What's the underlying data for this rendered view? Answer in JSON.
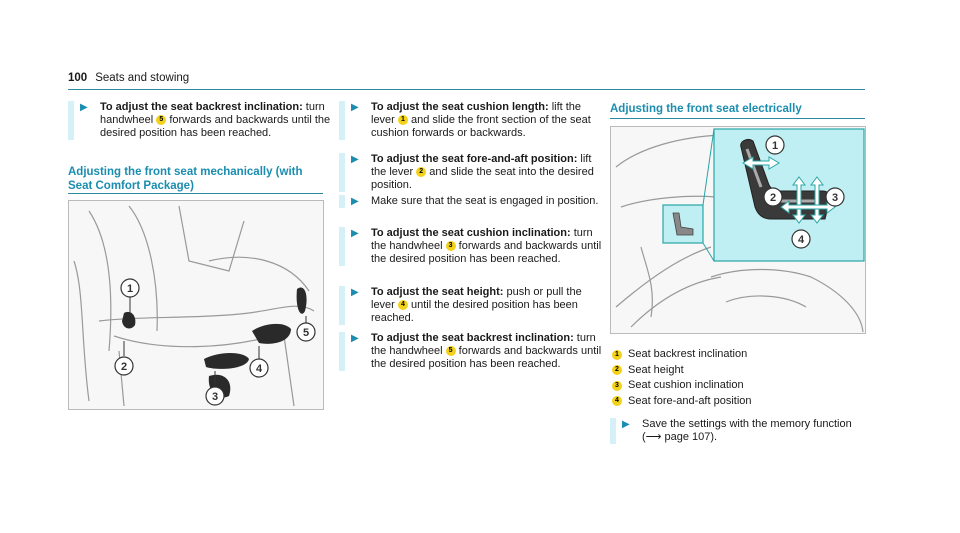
{
  "header": {
    "page": "100",
    "title": "Seats and stowing"
  },
  "col1": {
    "step1": {
      "bold": "To adjust the seat backrest inclination:",
      "text1": " turn handwheel ",
      "num": "5",
      "text2": " forwards and backwards until the desired position has been reached."
    },
    "section": "Adjusting the front seat mechanically (with Seat Comfort Package)"
  },
  "col2": {
    "s1": {
      "bold": "To adjust the seat cushion length:",
      "text1": " lift the lever ",
      "num": "1",
      "text2": " and slide the front section of the seat cushion forwards or backwards."
    },
    "s2": {
      "bold": "To adjust the seat fore-and-aft position:",
      "text1": " lift the lever ",
      "num": "2",
      "text2": " and slide the seat into the desired position."
    },
    "s3": {
      "text": "Make sure that the seat is engaged in position."
    },
    "s4": {
      "bold": "To adjust the seat cushion inclination:",
      "text1": " turn the handwheel ",
      "num": "3",
      "text2": " forwards and backwards until the desired position has been reached."
    },
    "s5": {
      "bold": "To adjust the seat height:",
      "text1": " push or pull the lever ",
      "num": "4",
      "text2": " until the desired position has been reached."
    },
    "s6": {
      "bold": "To adjust the seat backrest inclination:",
      "text1": " turn the handwheel ",
      "num": "5",
      "text2": " forwards and backwards until the desired position has been reached."
    }
  },
  "col3": {
    "section": "Adjusting the front seat electrically",
    "legend": [
      {
        "num": "1",
        "text": "Seat backrest inclination"
      },
      {
        "num": "2",
        "text": "Seat height"
      },
      {
        "num": "3",
        "text": "Seat cushion inclination"
      },
      {
        "num": "4",
        "text": "Seat fore-and-aft position"
      }
    ],
    "step": {
      "text1": "Save the settings with the memory function",
      "text2": "(",
      "text3": " page 107)."
    }
  },
  "figure1": {
    "markers": [
      "1",
      "2",
      "3",
      "4",
      "5"
    ]
  },
  "figure2": {
    "markers": [
      "1",
      "2",
      "3",
      "4"
    ]
  },
  "colors": {
    "accent": "#1a8db0",
    "panel": "#bfeff2",
    "badge": "#f2d21a"
  },
  "icons": {
    "step": "triangle-right-icon",
    "crossref": "long-arrow-right-icon"
  }
}
